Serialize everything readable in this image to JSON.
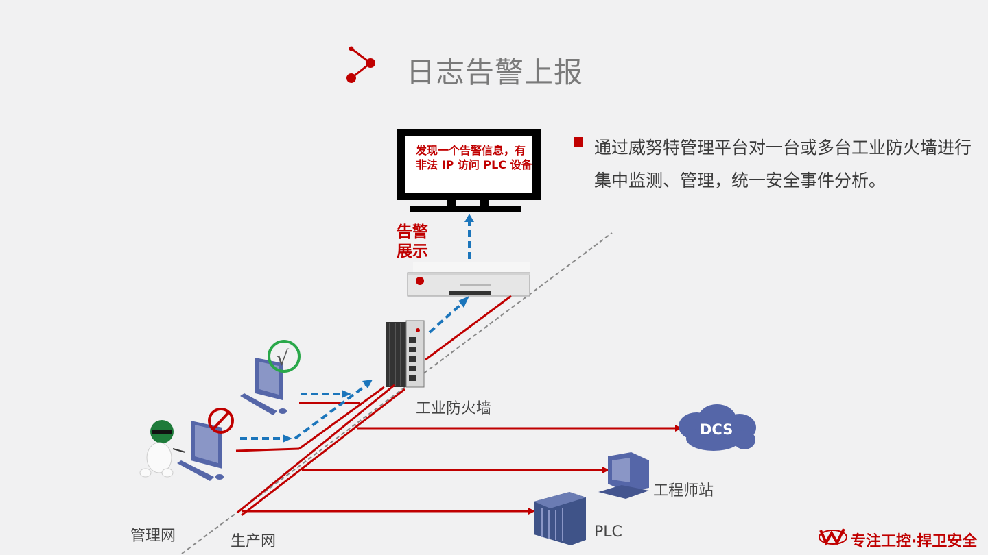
{
  "title": "日志告警上报",
  "bullet": {
    "text": "通过威努特管理平台对一台或多台工业防火墙进行集中监测、管理，统一安全事件分析。"
  },
  "monitor": {
    "alarm_message": "发现一个告警信息，有非法 IP 访问 PLC 设备"
  },
  "labels": {
    "alarm_display": "告警展示",
    "firewall": "工业防火墙",
    "dcs": "DCS",
    "engineer_station": "工程师站",
    "plc": "PLC",
    "management_net": "管理网",
    "production_net": "生产网"
  },
  "logo": {
    "text": "专注工控·捍卫安全"
  },
  "icons": {
    "title_icon": "share-node-icon",
    "check": "check-circle-icon",
    "forbidden": "forbidden-icon",
    "hacker": "hacker-figure-icon"
  },
  "colors": {
    "accent": "#c00000",
    "dashed_flow": "#1b75bb",
    "pc_blue": "#5566a8",
    "cloud": "#5566a8",
    "check_green": "#2aa84a"
  }
}
